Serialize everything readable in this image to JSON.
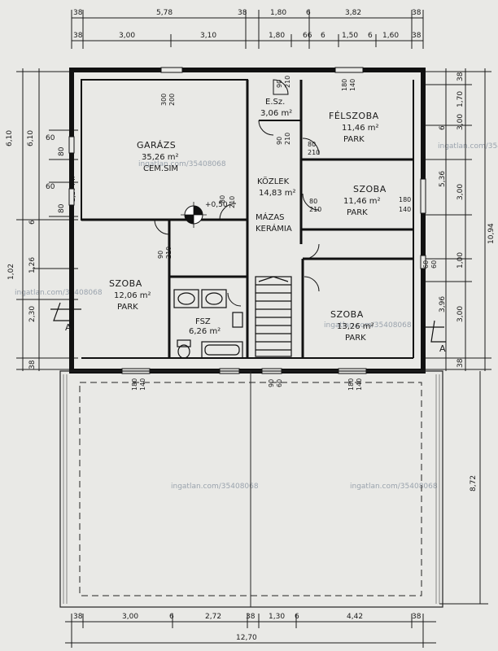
{
  "watermark": "ingatlan.com/35408068",
  "rooms": {
    "garage": {
      "name": "GARÁZS",
      "area": "35,26 m²",
      "floor": "CEM.SIM"
    },
    "wc": {
      "name": "E.Sz.",
      "area": "3,06 m²"
    },
    "upper_room": {
      "name": "FÉLSZOBA",
      "area": "11,46 m²",
      "floor": "PARK"
    },
    "corridor": {
      "name": "KÖZLEK",
      "area": "14,83 m²",
      "floor1": "MÁZAS",
      "floor2": "KERÁMIA"
    },
    "room_mid": {
      "name": "SZOBA",
      "area": "11,46 m²",
      "floor": "PARK"
    },
    "room_left": {
      "name": "SZOBA",
      "area": "12,06 m²",
      "floor": "PARK"
    },
    "bathroom": {
      "name": "FSZ",
      "area": "6,26 m²"
    },
    "room_right": {
      "name": "SZOBA",
      "area": "13,26 m²",
      "floor": "PARK"
    }
  },
  "level_mark": "+0,50",
  "top_dims_1": [
    "38",
    "5,78",
    "38",
    "1,80",
    "6",
    "3,82",
    "38"
  ],
  "top_dims_2": [
    "38",
    "3,00",
    "3,10",
    "1,80",
    "66",
    "6",
    "1,50",
    "6",
    "1,60",
    "38"
  ],
  "bottom_dims_1": [
    "38",
    "3,00",
    "6",
    "2,72",
    "38",
    "1,30",
    "6",
    "4,42",
    "38"
  ],
  "bottom_total": "12,70",
  "left_dims": [
    "6,10",
    "6,10",
    "60",
    "80",
    "60",
    "80",
    "2,1T PT.",
    "1,26",
    "1,02",
    "2,30",
    "38",
    "6"
  ],
  "right_dims": [
    "38",
    "1,70",
    "6",
    "3,00",
    "5,36",
    "3,00",
    "1,00",
    "3,96",
    "3,00",
    "38",
    "10,94",
    "8,72"
  ],
  "openings": [
    "80",
    "210",
    "80",
    "210",
    "80",
    "210",
    "180",
    "140",
    "180",
    "140",
    "90",
    "210",
    "90",
    "210",
    "90",
    "210",
    "60",
    "60",
    "300",
    "200",
    "180",
    "140",
    "90",
    "60",
    "180",
    "140"
  ],
  "section_marks": [
    "A",
    "A"
  ]
}
